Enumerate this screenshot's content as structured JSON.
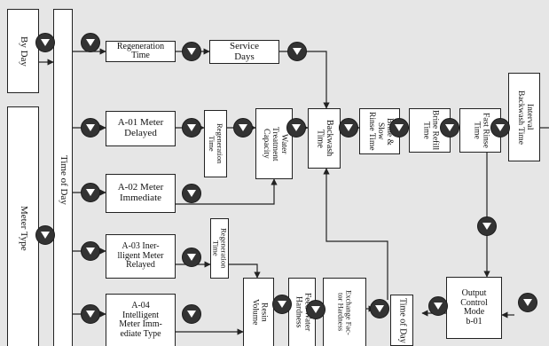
{
  "left_column": {
    "by_day": "By Day",
    "meter_type": "Meter Type",
    "time_of_day": "Time of Day"
  },
  "rows": {
    "top": {
      "regeneration_time": "Regeneration\nTime",
      "service_days": "Service\nDays"
    },
    "meters": {
      "a01": "A-01 Meter\nDelayed",
      "a02": "A-02 Meter\nImmediate",
      "a03": "A-03 Iner-\nlligent Meter\nRelayed",
      "a04": "A-04\nIntelligent\nMeter Imm-\nediate Type"
    },
    "a01_regeneration_time": "Regeneration\nTime",
    "a03_regeneration_time": "Regeneration\nTime",
    "water_treatment_capacity": "Water\nTreatment\nCapacity",
    "backwash_time": "Backwash\nTime",
    "brine_slow_rinse_time": "Brine & Slow\nRinse Time",
    "brine_refill_time": "Brine Refill\nTime",
    "fast_rinse_time": "Fast Rinse\nTime",
    "interval_backwash_time": "Interval\nBackwash Time",
    "resin_volume": "Resin\nVolume",
    "feed_water_hardness": "Feed Water\nHardness",
    "exchange_factor_hardness": "Exchange Fac-\ntor Hardness",
    "bottom_time_of_day": "Time of Day",
    "output_control_mode": "Output\nControl\nMode\nb-01"
  },
  "icons": {
    "nav_button": "down-arrow-circle-icon"
  },
  "colors": {
    "background": "#e6e6e6",
    "box_fill": "#ffffff",
    "button_fill": "#333333",
    "line": "#222222"
  }
}
